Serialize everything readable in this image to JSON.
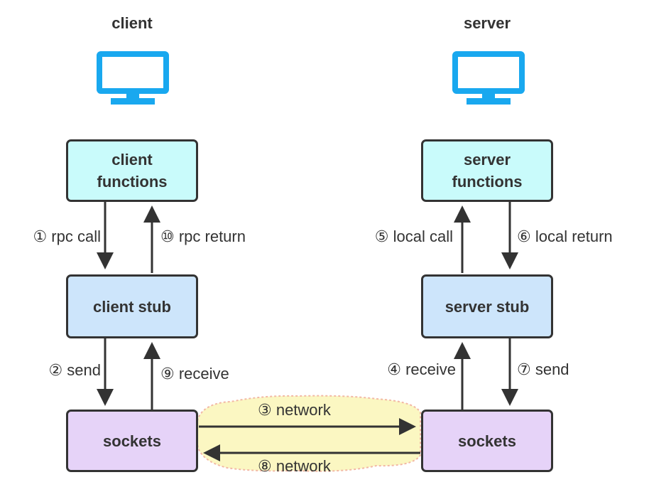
{
  "client": {
    "title": "client",
    "functions_box": "client\nfunctions",
    "stub_box": "client stub",
    "sockets_box": "sockets"
  },
  "server": {
    "title": "server",
    "functions_box": "server\nfunctions",
    "stub_box": "server stub",
    "sockets_box": "sockets"
  },
  "steps": {
    "s1": "① rpc call",
    "s2": "② send",
    "s3": "③ network",
    "s4": "④ receive",
    "s5": "⑤ local call",
    "s6": "⑥ local return",
    "s7": "⑦ send",
    "s8": "⑧ network",
    "s9": "⑨ receive",
    "s10": "⑩ rpc return"
  },
  "icons": {
    "client_monitor": "monitor-icon",
    "server_monitor": "monitor-icon"
  },
  "colors": {
    "monitor": "#19a8ef",
    "functions_fill": "#c9fbfb",
    "stub_fill": "#cde5fb",
    "sockets_fill": "#e6d3f8",
    "network_cloud": "#fbf7c2",
    "network_cloud_border": "#f2b8a5",
    "stroke": "#333333"
  }
}
